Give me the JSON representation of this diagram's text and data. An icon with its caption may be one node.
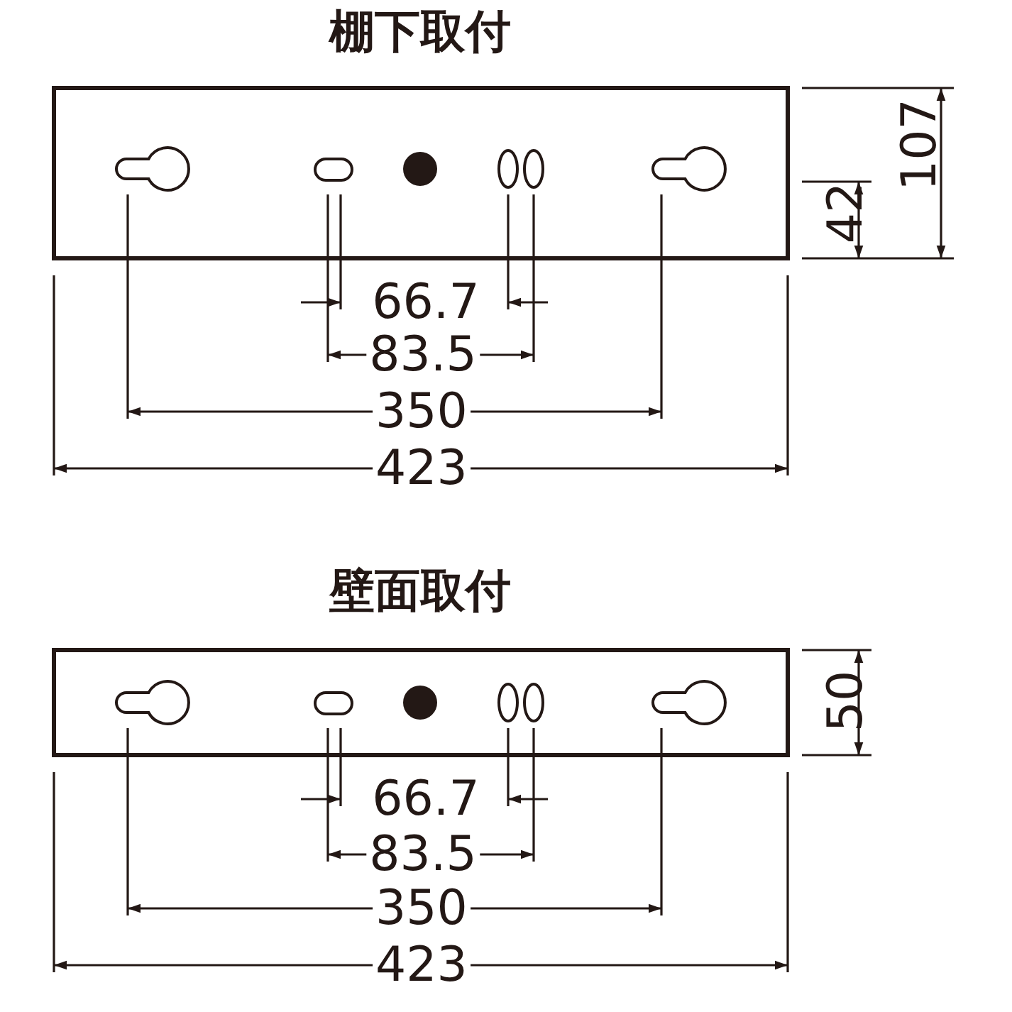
{
  "diagram": {
    "labels": [
      "棚下取付",
      "107",
      "42",
      "66.7",
      "83.5",
      "350",
      "423",
      "壁面取付",
      "50",
      "66.7",
      "83.5",
      "350",
      "423"
    ]
  }
}
